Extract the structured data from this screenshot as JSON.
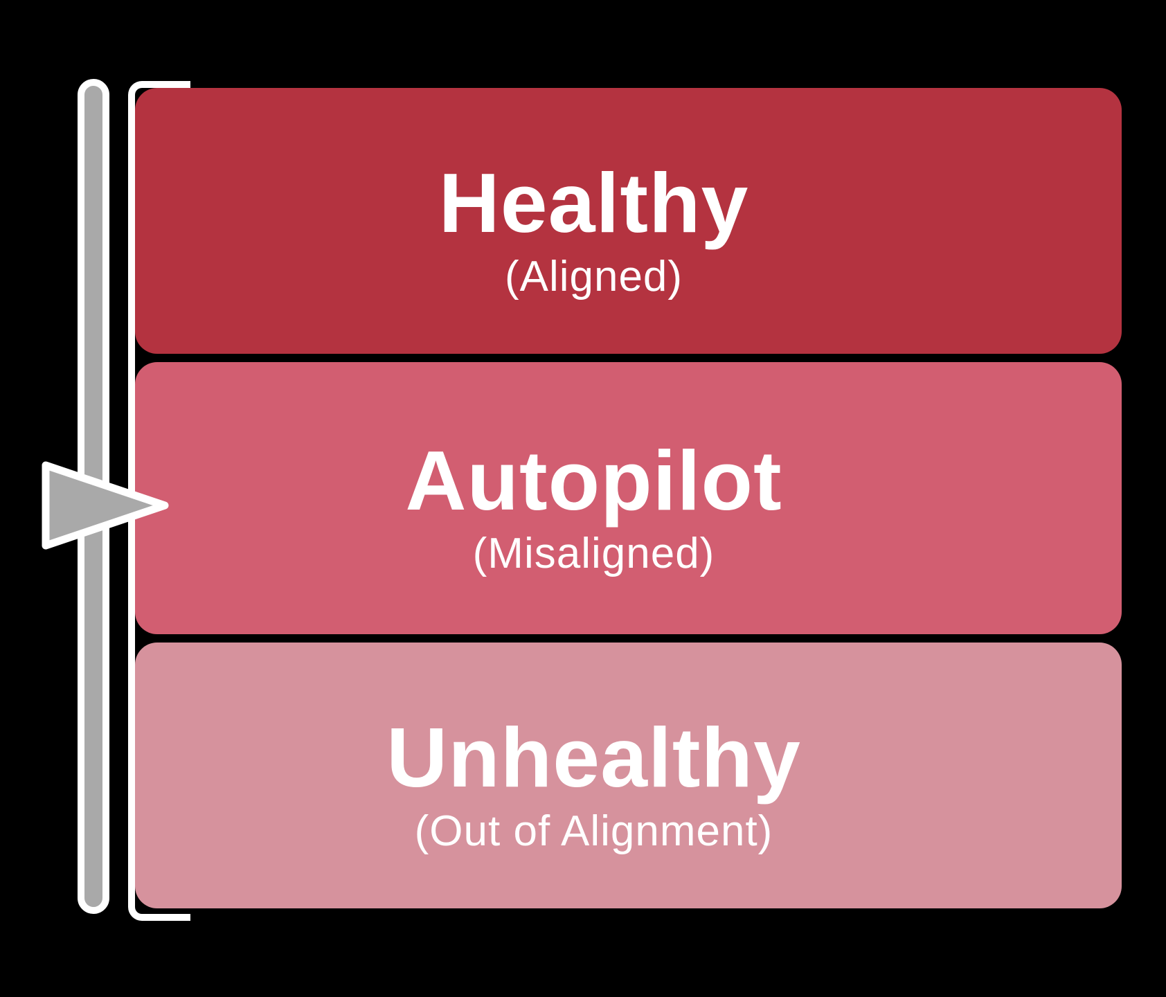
{
  "figure": {
    "background_color": "#000000",
    "text_color": "#FFFFFF"
  },
  "levels": [
    {
      "title": "Healthy",
      "subtitle": "(Aligned)",
      "color": "#B43340"
    },
    {
      "title": "Autopilot",
      "subtitle": "(Misaligned)",
      "color": "#D25E71"
    },
    {
      "title": "Unhealthy",
      "subtitle": "(Out of Alignment)",
      "color": "#D6929D"
    }
  ],
  "gauge": {
    "track_color": "#A9A9A9",
    "outline_color": "#FFFFFF",
    "pointer_color": "#A9A9A9",
    "pointer_points_at_level": "Autopilot",
    "ticks_per_level": 3
  }
}
